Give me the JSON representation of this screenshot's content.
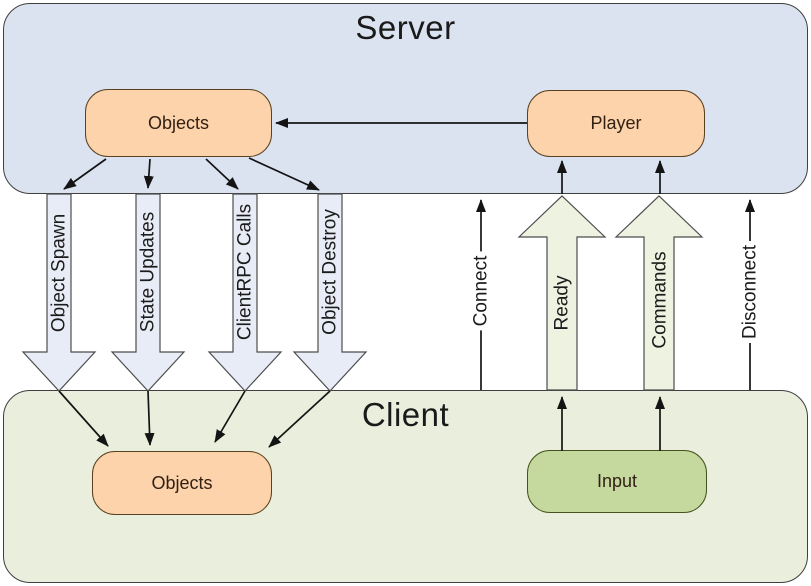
{
  "regions": {
    "server": {
      "title": "Server"
    },
    "client": {
      "title": "Client"
    }
  },
  "nodes": {
    "server_objects": {
      "label": "Objects"
    },
    "player": {
      "label": "Player"
    },
    "client_objects": {
      "label": "Objects"
    },
    "input": {
      "label": "Input"
    }
  },
  "flows": {
    "server_to_client": [
      {
        "label": "Object Spawn"
      },
      {
        "label": "State Updates"
      },
      {
        "label": "ClientRPC Calls"
      },
      {
        "label": "Object Destroy"
      }
    ],
    "client_to_server": [
      {
        "label": "Ready"
      },
      {
        "label": "Commands"
      }
    ],
    "connection_lines": [
      {
        "label": "Connect"
      },
      {
        "label": "Disconnect"
      }
    ]
  },
  "colors": {
    "server_fill": "#dce3f0",
    "client_fill": "#e9efdc",
    "down_arrow_fill": "#e8ecf6",
    "up_arrow_fill": "#edf2e1",
    "node_orange_fill": "#fcd3ab",
    "node_green_fill": "#c5d89d",
    "shape_outline": "#3f3f3f",
    "line_color": "#141414"
  }
}
